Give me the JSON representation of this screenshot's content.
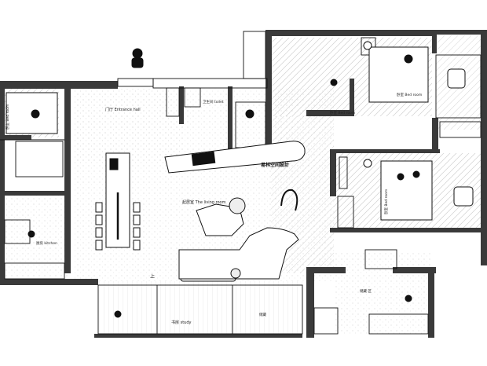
{
  "plan": {
    "brand": "易林空间設計",
    "rooms": {
      "bedroom_left": "卧室 Bed room",
      "entrance": "门厅 Entrance hall",
      "washroom": "卫生间 toilet",
      "living": "起居室 The living room",
      "kitchen": "厨房 kitchen",
      "study": "书房 study",
      "bedroom_top": "卧室 Bed room",
      "bedroom_top_small": "卧室 Bed room",
      "bedroom_right": "卧室 Bed room",
      "balcony": "储藏 区",
      "storage": "储藏"
    },
    "arrow_label": "上"
  },
  "colors": {
    "wall": "#3a3a3a",
    "floor_speckle": "#f4f4f4",
    "outline": "#111111"
  }
}
